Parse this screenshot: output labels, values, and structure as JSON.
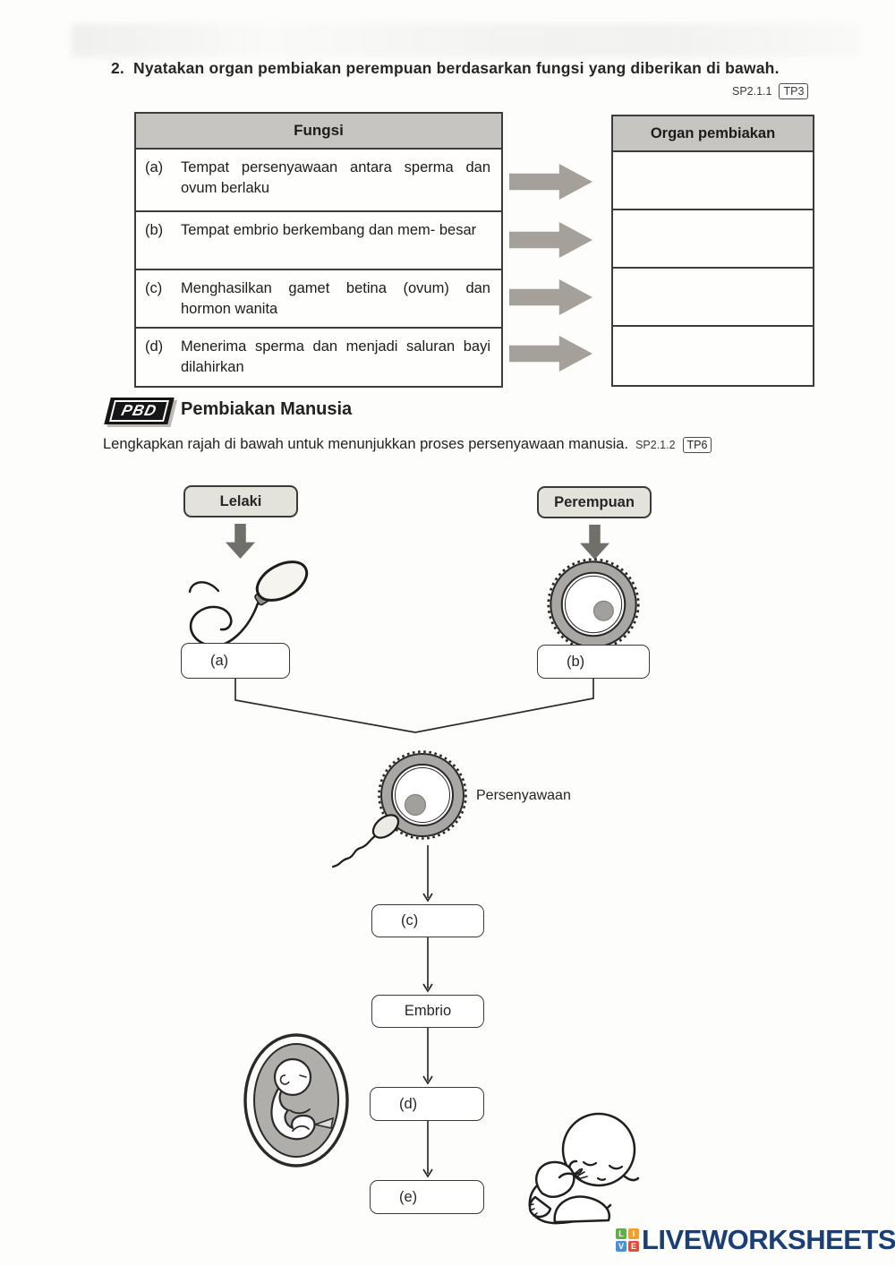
{
  "question": {
    "number": "2.",
    "text": "Nyatakan organ pembiakan perempuan berdasarkan fungsi yang diberikan di bawah.",
    "standard_code": "SP2.1.1",
    "level_badge": "TP3"
  },
  "fungsi_table": {
    "header": "Fungsi",
    "rows": [
      {
        "label": "(a)",
        "text": "Tempat persenyawaan antara sperma dan ovum berlaku"
      },
      {
        "label": "(b)",
        "text": "Tempat embrio berkembang dan mem- besar"
      },
      {
        "label": "(c)",
        "text": "Menghasilkan gamet betina (ovum) dan hormon wanita"
      },
      {
        "label": "(d)",
        "text": "Menerima sperma dan menjadi saluran bayi dilahirkan"
      }
    ]
  },
  "organ_table": {
    "header": "Organ pembiakan"
  },
  "pbd_section": {
    "badge": "PBD",
    "title": "Pembiakan Manusia",
    "instruction": "Lengkapkan rajah di bawah untuk menunjukkan proses persenyawaan manusia.",
    "standard_code": "SP2.1.2",
    "level_badge": "TP6"
  },
  "diagram": {
    "male_label": "Lelaki",
    "female_label": "Perempuan",
    "box_a": "(a)",
    "box_b": "(b)",
    "fertilization_label": "Persenyawaan",
    "box_c": "(c)",
    "embryo_label": "Embrio",
    "box_d": "(d)",
    "box_e": "(e)"
  },
  "footer": {
    "logo_text": "LIVEWORKSHEETS",
    "logo_color": "#1b3e75",
    "logo_squares": [
      {
        "letter": "L",
        "color": "#5fb04a"
      },
      {
        "letter": "I",
        "color": "#f2a02d"
      },
      {
        "letter": "V",
        "color": "#4a8fd9"
      },
      {
        "letter": "E",
        "color": "#e54b35"
      }
    ]
  },
  "colors": {
    "table_header_bg": "#c7c5c1",
    "block_arrow_gray": "#a5a099"
  }
}
